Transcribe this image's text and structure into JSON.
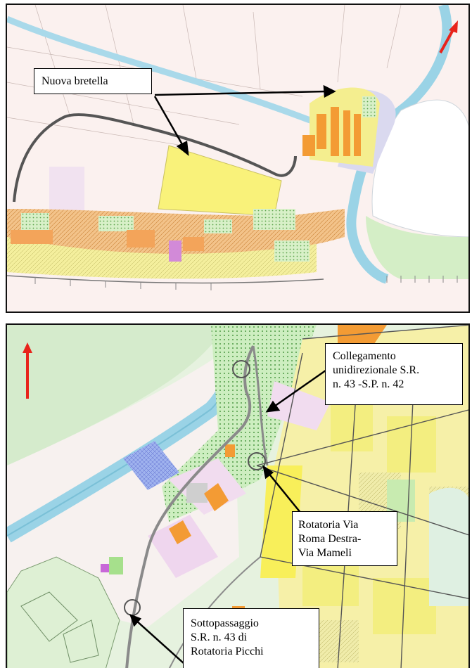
{
  "top_map": {
    "label": "Nuova bretella"
  },
  "bottom_map": {
    "collegamento": {
      "line1": "Collegamento",
      "line2": "unidirezionale S.R.",
      "line3": "n. 43 -S.P. n. 42"
    },
    "rotatoria": {
      "line1": "Rotatoria Via",
      "line2": "Roma Destra-",
      "line3": "Via Mameli"
    },
    "sottopassaggio": {
      "line1": "Sottopassaggio",
      "line2": "S.R. n. 43 di",
      "line3": "Rotatoria Picchi"
    }
  },
  "north_arrow_color": "#e8231b",
  "colors": {
    "water": "#b9e3ef",
    "urban_orange": "#f3a45a",
    "yellow": "#f7ef6a",
    "green_hatch": "#c8ebb0",
    "light_green": "#e2f1dc",
    "lilac": "#e7d8ef",
    "blue": "#8fa6e8"
  },
  "icons": [
    "north-arrow-icon",
    "north-arrow-icon"
  ]
}
